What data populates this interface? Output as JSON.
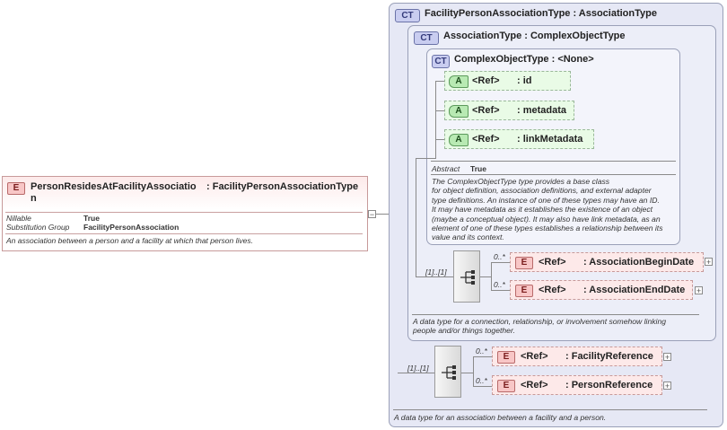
{
  "root_element": {
    "badge": "E",
    "name_line1": "PersonResidesAtFacilityAssociatio",
    "name_line2": "n",
    "type": ": FacilityPersonAssociationType",
    "props": [
      {
        "key": "Nillable",
        "value": "True"
      },
      {
        "key": "Substitution Group",
        "value": "FacilityPersonAssociation"
      }
    ],
    "description": "An association between a person and a facility at which that person lives.",
    "collapse_symbol": "−"
  },
  "ct_outer": {
    "badge": "CT",
    "title": "FacilityPersonAssociationType : AssociationType",
    "description": "A data type for an association between a facility and a person."
  },
  "ct_middle": {
    "badge": "CT",
    "title": "AssociationType : ComplexObjectType",
    "description_line1": "A data type for a connection, relationship, or involvement somehow linking",
    "description_line2": "people and/or things together."
  },
  "ct_inner": {
    "badge": "CT",
    "title": "ComplexObjectType : <None>",
    "abstract_key": "Abstract",
    "abstract_value": "True",
    "description_lines": [
      "The ComplexObjectType type provides a base class",
      "for object definition, association definitions, and external adapter",
      "type definitions. An instance of one of these types may have an ID.",
      "It may have metadata as it establishes the existence of an object",
      "(maybe a conceptual object). It may also have link metadata, as an",
      "element of one of these types establishes a relationship between its",
      "value and its context."
    ]
  },
  "attributes": [
    {
      "badge": "A",
      "ref": "<Ref>",
      "name": ": id"
    },
    {
      "badge": "A",
      "ref": "<Ref>",
      "name": ": metadata"
    },
    {
      "badge": "A",
      "ref": "<Ref>",
      "name": ": linkMetadata"
    }
  ],
  "assoc_sequence": {
    "cardinality": "[1]..[1]",
    "elements": [
      {
        "badge": "E",
        "ref": "<Ref>",
        "name": ": AssociationBeginDate",
        "card": "0..*"
      },
      {
        "badge": "E",
        "ref": "<Ref>",
        "name": ": AssociationEndDate",
        "card": "0..*"
      }
    ]
  },
  "facility_sequence": {
    "cardinality": "[1]..[1]",
    "elements": [
      {
        "badge": "E",
        "ref": "<Ref>",
        "name": ": FacilityReference",
        "card": "0..*"
      },
      {
        "badge": "E",
        "ref": "<Ref>",
        "name": ": PersonReference",
        "card": "0..*"
      }
    ]
  },
  "expand_symbol": "+",
  "colors": {
    "element_fill": "#fde9e9",
    "attribute_fill": "#e9fbe6",
    "complex_type_fill": "#e6e8f5"
  }
}
